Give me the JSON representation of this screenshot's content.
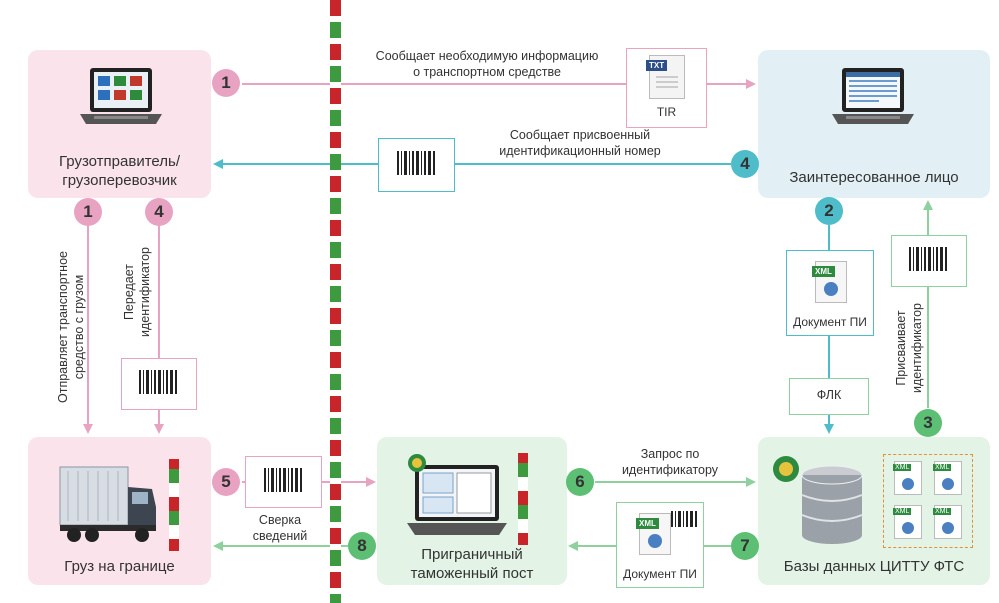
{
  "colors": {
    "pink": "#e9a3c2",
    "blue": "#4fbcc9",
    "green": "#5cbf74",
    "border_red": "#c8252b",
    "border_green": "#3e9a3e"
  },
  "boxes": {
    "shipper": "Грузотправитель/\nгрузоперевозчик",
    "interested": "Заинтересованное лицо",
    "cargo": "Груз на границе",
    "post": "Приграничный\nтаможенный пост",
    "database": "Базы данных ЦИТТУ ФТС"
  },
  "steps": {
    "s1": "1",
    "s2": "2",
    "s3": "3",
    "s4": "4",
    "s5": "5",
    "s6": "6",
    "s7": "7",
    "s8": "8"
  },
  "notes": {
    "inform": "Сообщает необходимую информацию\nо транспортном средстве",
    "assigned": "Сообщает присвоенный\nидентификационный номер",
    "sends_vehicle": "Отправляет транспортное\nсредство с грузом",
    "passes_id": "Передает\nидентификатор",
    "assigns_id": "Присваивает\nидентификатор",
    "query": "Запрос по\nидентификатору",
    "check": "Сверка\nсведений",
    "flk": "ФЛК"
  },
  "docs": {
    "txt_badge": "TXT",
    "tir": "TIR",
    "xml_badge": "XML",
    "doc_pi": "Документ ПИ"
  }
}
